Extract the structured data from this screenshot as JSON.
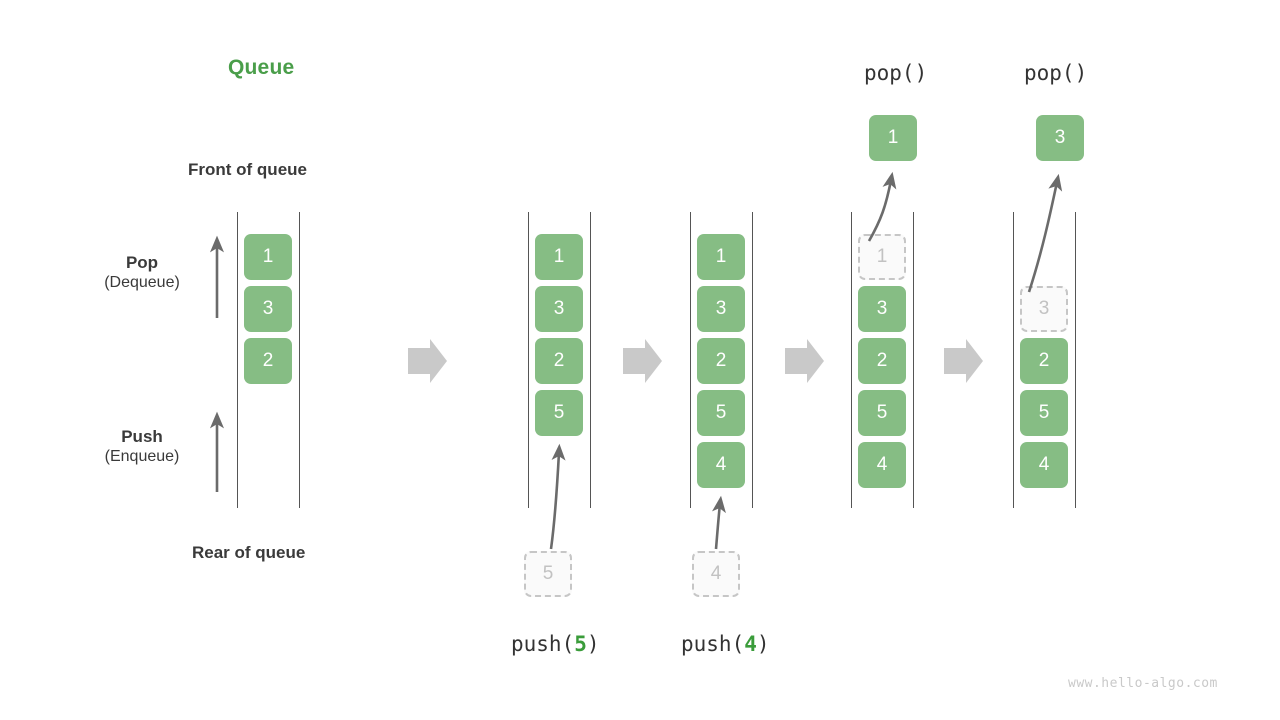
{
  "diagram": {
    "title": "Queue",
    "title_color": "#4a9e4a",
    "cell_color": "#86bd84",
    "ghost_color": "#c2c2c2",
    "watermark": "www.hello-algo.com",
    "labels": {
      "front_of_queue": "Front of queue",
      "rear_of_queue": "Rear of queue",
      "pop_main": "Pop",
      "pop_sub": "(Dequeue)",
      "push_main": "Push",
      "push_sub": "(Enqueue)"
    },
    "stages": [
      {
        "name": "initial",
        "cells": [
          "1",
          "3",
          "2"
        ],
        "caption": "",
        "op_prefix": "",
        "op_arg": "",
        "op_suffix": ""
      },
      {
        "name": "push-5",
        "cells": [
          "1",
          "3",
          "2",
          "5"
        ],
        "incoming": "5",
        "op_prefix": "push(",
        "op_arg": "5",
        "op_suffix": ")"
      },
      {
        "name": "push-4",
        "cells": [
          "1",
          "3",
          "2",
          "5",
          "4"
        ],
        "incoming": "4",
        "op_prefix": "push(",
        "op_arg": "4",
        "op_suffix": ")"
      },
      {
        "name": "pop-1",
        "cells": [
          "1",
          "3",
          "2",
          "5",
          "4"
        ],
        "ghost_index": 0,
        "popped": "1",
        "op_label": "pop()"
      },
      {
        "name": "pop-3",
        "cells": [
          "",
          "3",
          "2",
          "5",
          "4"
        ],
        "ghost_index": 1,
        "popped": "3",
        "op_label": "pop()"
      }
    ],
    "transition_arrows": 4
  }
}
